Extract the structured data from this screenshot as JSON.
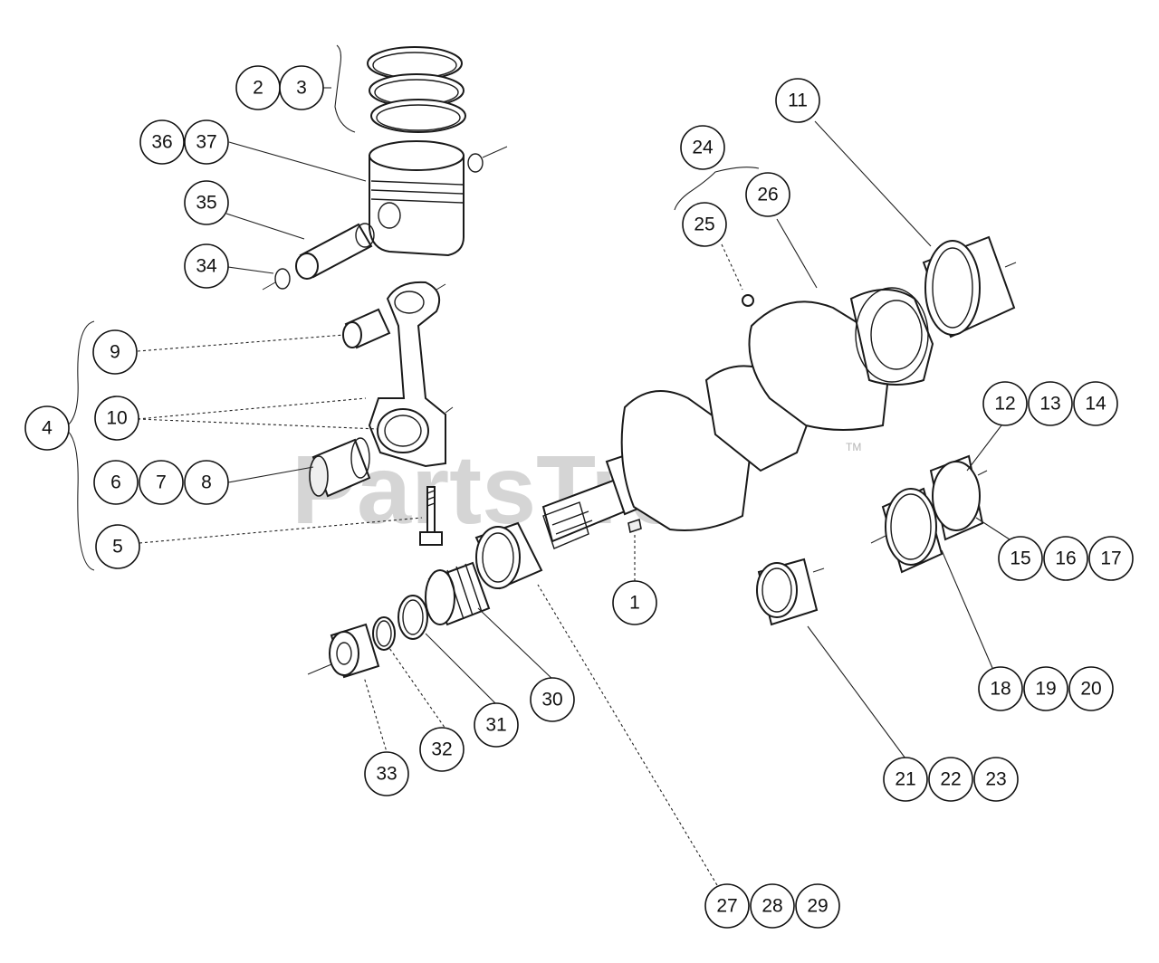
{
  "watermark": {
    "text": "PartsTree",
    "trademark": "TM",
    "color": "#c8c8c8"
  },
  "callouts": [
    "1",
    "2",
    "3",
    "4",
    "5",
    "6",
    "7",
    "8",
    "9",
    "10",
    "11",
    "12",
    "13",
    "14",
    "15",
    "16",
    "17",
    "18",
    "19",
    "20",
    "21",
    "22",
    "23",
    "24",
    "25",
    "26",
    "27",
    "28",
    "29",
    "30",
    "31",
    "32",
    "33",
    "34",
    "35",
    "36",
    "37"
  ],
  "colors": {
    "line": "#1a1a1a",
    "background": "#ffffff"
  }
}
